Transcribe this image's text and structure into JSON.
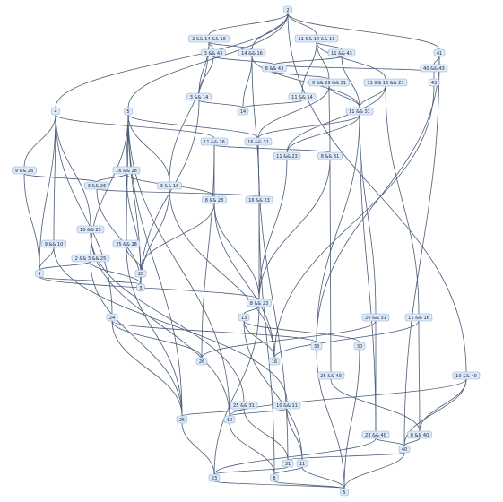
{
  "nodes": [
    {
      "id": "n2",
      "label": "2"
    },
    {
      "id": "n2_14_16",
      "label": "2 && 14 && 16"
    },
    {
      "id": "n3_43",
      "label": "3 && 43"
    },
    {
      "id": "n14_16",
      "label": "14 && 16"
    },
    {
      "id": "n11_14_16",
      "label": "11 && 14 && 16"
    },
    {
      "id": "n11_43",
      "label": "11 && 43"
    },
    {
      "id": "n41",
      "label": "41"
    },
    {
      "id": "n40_43",
      "label": "40 && 43"
    },
    {
      "id": "n8_43",
      "label": "8 && 43"
    },
    {
      "id": "n43",
      "label": "43"
    },
    {
      "id": "n8_29_31",
      "label": "8 && 29 && 31"
    },
    {
      "id": "n11_16_23",
      "label": "11 && 16 && 23"
    },
    {
      "id": "n3_14",
      "label": "3 && 14"
    },
    {
      "id": "n11_14",
      "label": "11 && 14"
    },
    {
      "id": "n14",
      "label": "14"
    },
    {
      "id": "n11_31",
      "label": "11 && 31"
    },
    {
      "id": "n4",
      "label": "4"
    },
    {
      "id": "n5a",
      "label": "5"
    },
    {
      "id": "n11_26",
      "label": "11 && 26"
    },
    {
      "id": "n16_31",
      "label": "16 && 31"
    },
    {
      "id": "n11_23",
      "label": "11 && 23"
    },
    {
      "id": "n8_31",
      "label": "8 && 31"
    },
    {
      "id": "n9_26",
      "label": "9 && 26"
    },
    {
      "id": "n16_28",
      "label": "16 && 28"
    },
    {
      "id": "n3_26",
      "label": "3 && 26"
    },
    {
      "id": "n3_16",
      "label": "3 && 16"
    },
    {
      "id": "n8_28",
      "label": "8 && 28"
    },
    {
      "id": "n16_23",
      "label": "16 && 23"
    },
    {
      "id": "n10_25",
      "label": "10 && 25"
    },
    {
      "id": "n9_10",
      "label": "9 && 10"
    },
    {
      "id": "n25_28",
      "label": "25 && 28"
    },
    {
      "id": "n2_3_25",
      "label": "2 && 3 && 25"
    },
    {
      "id": "n9",
      "label": "9"
    },
    {
      "id": "n28",
      "label": "28"
    },
    {
      "id": "n3",
      "label": "3"
    },
    {
      "id": "n8_23",
      "label": "8 && 23"
    },
    {
      "id": "n13",
      "label": "13"
    },
    {
      "id": "n24",
      "label": "24"
    },
    {
      "id": "n26_31",
      "label": "26 && 31"
    },
    {
      "id": "n11_16",
      "label": "11 && 16"
    },
    {
      "id": "n38",
      "label": "38"
    },
    {
      "id": "n30",
      "label": "30"
    },
    {
      "id": "n26",
      "label": "26"
    },
    {
      "id": "n16",
      "label": "16"
    },
    {
      "id": "n25_40",
      "label": "25 && 40"
    },
    {
      "id": "n10_40",
      "label": "10 && 40"
    },
    {
      "id": "n25_31",
      "label": "25 && 31"
    },
    {
      "id": "n10_11",
      "label": "10 && 11"
    },
    {
      "id": "n25",
      "label": "25"
    },
    {
      "id": "n10",
      "label": "10"
    },
    {
      "id": "n23_40",
      "label": "23 && 40"
    },
    {
      "id": "n8_40",
      "label": "8 && 40"
    },
    {
      "id": "n40",
      "label": "40"
    },
    {
      "id": "n31",
      "label": "31"
    },
    {
      "id": "n11",
      "label": "11"
    },
    {
      "id": "n8",
      "label": "8"
    },
    {
      "id": "n23",
      "label": "23"
    },
    {
      "id": "n5b",
      "label": "5"
    }
  ],
  "edges": [
    [
      "n2",
      "n2_14_16"
    ],
    [
      "n2",
      "n11_14_16"
    ],
    [
      "n2",
      "n41"
    ],
    [
      "n2",
      "n4"
    ],
    [
      "n2",
      "n5a"
    ],
    [
      "n2",
      "n10_40"
    ],
    [
      "n2",
      "n14_16"
    ],
    [
      "n2_14_16",
      "n3_43"
    ],
    [
      "n2_14_16",
      "n3_14"
    ],
    [
      "n2_14_16",
      "n3_16"
    ],
    [
      "n2_14_16",
      "n14_16"
    ],
    [
      "n3_43",
      "n8_43"
    ],
    [
      "n3_43",
      "n3_14"
    ],
    [
      "n14_16",
      "n14"
    ],
    [
      "n14_16",
      "n16_23"
    ],
    [
      "n14_16",
      "n11_31"
    ],
    [
      "n11_14_16",
      "n11_43"
    ],
    [
      "n11_14_16",
      "n11_14"
    ],
    [
      "n11_14_16",
      "n11_16_23"
    ],
    [
      "n11_14_16",
      "n8_29_31"
    ],
    [
      "n11_43",
      "n8_43"
    ],
    [
      "n11_43",
      "n11_31"
    ],
    [
      "n41",
      "n40_43"
    ],
    [
      "n41",
      "n38"
    ],
    [
      "n41",
      "n40"
    ],
    [
      "n40_43",
      "n43"
    ],
    [
      "n40_43",
      "n8_43"
    ],
    [
      "n43",
      "n16"
    ],
    [
      "n8_43",
      "n8_29_31"
    ],
    [
      "n8_29_31",
      "n8_31"
    ],
    [
      "n8_29_31",
      "n11_31"
    ],
    [
      "n8_29_31",
      "n16_31"
    ],
    [
      "n11_16_23",
      "n11_31"
    ],
    [
      "n11_16_23",
      "n11_16"
    ],
    [
      "n11_16_23",
      "n11_23"
    ],
    [
      "n3_14",
      "n14"
    ],
    [
      "n3_14",
      "n3"
    ],
    [
      "n11_14",
      "n14"
    ],
    [
      "n11_31",
      "n16_31"
    ],
    [
      "n11_31",
      "n11_23"
    ],
    [
      "n11_31",
      "n26_31"
    ],
    [
      "n11_31",
      "n23_40"
    ],
    [
      "n11_31",
      "n38"
    ],
    [
      "n4",
      "n9_26"
    ],
    [
      "n4",
      "n9_10"
    ],
    [
      "n4",
      "n10_25"
    ],
    [
      "n4",
      "n24"
    ],
    [
      "n4",
      "n11_26"
    ],
    [
      "n4",
      "n9"
    ],
    [
      "n5a",
      "n16_28"
    ],
    [
      "n5a",
      "n3_16"
    ],
    [
      "n5a",
      "n25_28"
    ],
    [
      "n5a",
      "n2_3_25"
    ],
    [
      "n5a",
      "n16_31"
    ],
    [
      "n5a",
      "n3"
    ],
    [
      "n5a",
      "n25"
    ],
    [
      "n5a",
      "n10"
    ],
    [
      "n11_26",
      "n8_28"
    ],
    [
      "n11_26",
      "n8_31"
    ],
    [
      "n11_26",
      "n26"
    ],
    [
      "n16_31",
      "n16_23"
    ],
    [
      "n16_31",
      "n31"
    ],
    [
      "n11_23",
      "n8_23"
    ],
    [
      "n8_31",
      "n8_23"
    ],
    [
      "n8_31",
      "n25_40"
    ],
    [
      "n9_26",
      "n9"
    ],
    [
      "n9_26",
      "n3_26"
    ],
    [
      "n16_28",
      "n28"
    ],
    [
      "n16_28",
      "n3_26"
    ],
    [
      "n16_28",
      "n8_28"
    ],
    [
      "n3_26",
      "n3"
    ],
    [
      "n3_26",
      "n16_23"
    ],
    [
      "n3_16",
      "n3"
    ],
    [
      "n3_16",
      "n16"
    ],
    [
      "n8_28",
      "n8_23"
    ],
    [
      "n8_28",
      "n28"
    ],
    [
      "n8_28",
      "n16"
    ],
    [
      "n16_23",
      "n8_23"
    ],
    [
      "n16_23",
      "n8"
    ],
    [
      "n10_25",
      "n10"
    ],
    [
      "n10_25",
      "n25_31"
    ],
    [
      "n9_10",
      "n9"
    ],
    [
      "n9_10",
      "n10_11"
    ],
    [
      "n25_28",
      "n28"
    ],
    [
      "n25_28",
      "n25"
    ],
    [
      "n2_3_25",
      "n3"
    ],
    [
      "n2_3_25",
      "n25"
    ],
    [
      "n2_3_25",
      "n9"
    ],
    [
      "n9",
      "n3"
    ],
    [
      "n9",
      "n8_23"
    ],
    [
      "n28",
      "n3"
    ],
    [
      "n8_23",
      "n13"
    ],
    [
      "n8_23",
      "n23"
    ],
    [
      "n13",
      "n30"
    ],
    [
      "n13",
      "n16"
    ],
    [
      "n13",
      "n11"
    ],
    [
      "n24",
      "n38"
    ],
    [
      "n24",
      "n26"
    ],
    [
      "n24",
      "n25"
    ],
    [
      "n26_31",
      "n26"
    ],
    [
      "n26_31",
      "n23_40"
    ],
    [
      "n11_16",
      "n16"
    ],
    [
      "n11_16",
      "n8_40"
    ],
    [
      "n38",
      "n5b"
    ],
    [
      "n30",
      "n5b"
    ],
    [
      "n25_40",
      "n8_40"
    ],
    [
      "n10_40",
      "n8_40"
    ],
    [
      "n10_40",
      "n40"
    ],
    [
      "n10_40",
      "n10"
    ],
    [
      "n25_31",
      "n25"
    ],
    [
      "n25_31",
      "n31"
    ],
    [
      "n10_11",
      "n10"
    ],
    [
      "n10_11",
      "n11"
    ],
    [
      "n25",
      "n23"
    ],
    [
      "n10",
      "n8"
    ],
    [
      "n23_40",
      "n40"
    ],
    [
      "n23_40",
      "n23"
    ],
    [
      "n8_40",
      "n40"
    ],
    [
      "n40",
      "n31"
    ],
    [
      "n40",
      "n5b"
    ],
    [
      "n31",
      "n23"
    ],
    [
      "n11",
      "n8"
    ],
    [
      "n11",
      "n5b"
    ],
    [
      "n8",
      "n5b"
    ],
    [
      "n23",
      "n5b"
    ]
  ]
}
